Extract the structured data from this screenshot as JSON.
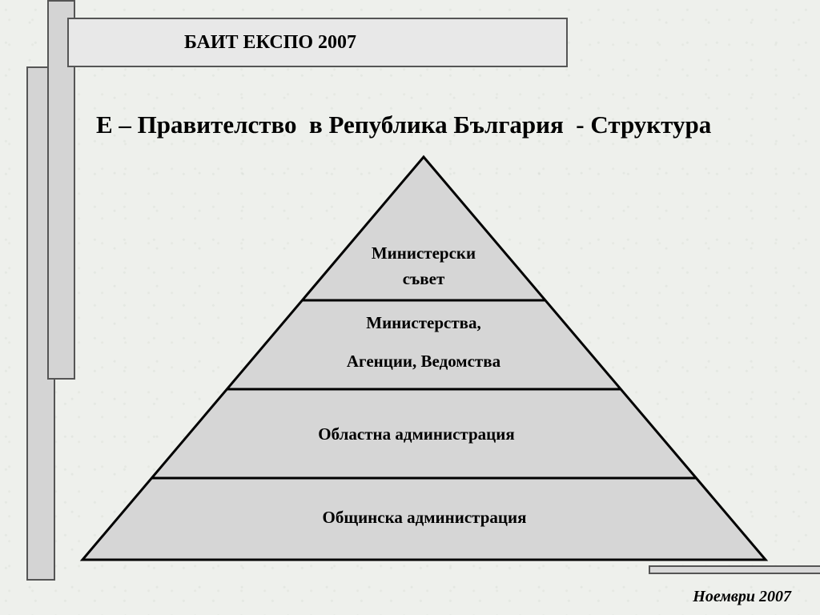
{
  "header": {
    "title": "БАИТ ЕКСПО 2007"
  },
  "slide": {
    "heading": "Е – Правителство  в Република България  - Структура"
  },
  "pyramid": {
    "levels": [
      {
        "line1": "Министерски",
        "line2": "съвет"
      },
      {
        "line1": "Министерства,",
        "line2": "Агенции, Ведомства"
      },
      {
        "line1": "Областна администрация"
      },
      {
        "line1": "Общинска администрация"
      }
    ]
  },
  "footer": {
    "date": "Ноември 2007"
  },
  "colors": {
    "pyramid_fill": "#d6d6d6",
    "frame_border": "#555555"
  }
}
